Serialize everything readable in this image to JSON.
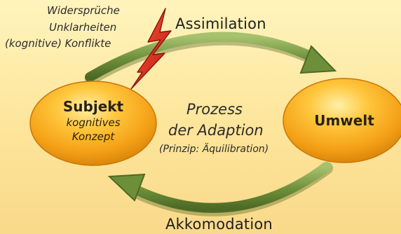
{
  "conflicts": {
    "line1": "Widersprüche",
    "line2": "Unklarheiten",
    "line3": "(kognitive) Konflikte"
  },
  "assimilation": {
    "label": "Assimilation"
  },
  "accommodation": {
    "label": "Akkomodation"
  },
  "subject": {
    "title": "Subjekt",
    "sub1": "kognitives",
    "sub2": "Konzept"
  },
  "environment": {
    "title": "Umwelt"
  },
  "process": {
    "line1": "Prozess",
    "line2": "der Adaption",
    "line3": "(Prinzip: Äquilibration)"
  },
  "colors": {
    "background_top": "#fff4bd",
    "background_bottom": "#f9d98a",
    "oval_fill": "#f6a619",
    "arrow_green": "#6d8f3a",
    "lightning_red": "#d62a1e"
  }
}
